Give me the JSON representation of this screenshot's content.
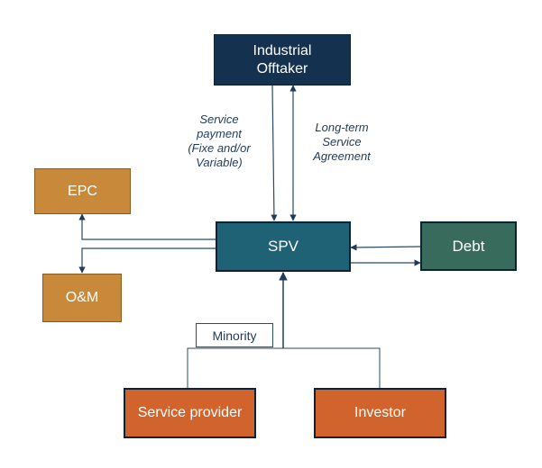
{
  "nodes": {
    "offtaker": {
      "label": "Industrial\nOfftaker"
    },
    "epc": {
      "label": "EPC"
    },
    "om": {
      "label": "O&M"
    },
    "spv": {
      "label": "SPV"
    },
    "debt": {
      "label": "Debt"
    },
    "service_provider": {
      "label": "Service provider"
    },
    "investor": {
      "label": "Investor"
    }
  },
  "edge_labels": {
    "service_payment": "Service\npayment\n(Fixe and/or\nVariable)",
    "agreement": "Long-term\nService\nAgreement",
    "minority": "Minority"
  },
  "colors": {
    "navy": "#14314f",
    "teal": "#1f6175",
    "green": "#386b5c",
    "tan": "#c9893a",
    "orange": "#d1642c",
    "line": "#2a4a66"
  }
}
